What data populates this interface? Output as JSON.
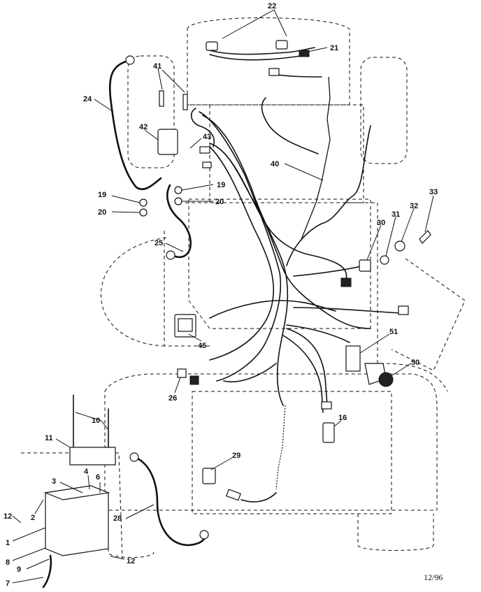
{
  "diagram": {
    "date_code": "12/96",
    "callouts": {
      "c1": "1",
      "c2": "2",
      "c3": "3",
      "c4": "4",
      "c6": "6",
      "c7": "7",
      "c8": "8",
      "c9": "9",
      "c10": "10",
      "c11": "11",
      "c12a": "12",
      "c12b": "12",
      "c16": "16",
      "c19a": "19",
      "c19b": "19",
      "c20a": "20",
      "c20b": "20",
      "c21": "21",
      "c22": "22",
      "c24": "24",
      "c25": "25",
      "c26": "26",
      "c28": "28",
      "c29": "29",
      "c30": "30",
      "c31": "31",
      "c32": "32",
      "c33": "33",
      "c40": "40",
      "c41": "41",
      "c42": "42",
      "c43": "43",
      "c45": "45",
      "c50": "50",
      "c51": "51"
    }
  }
}
